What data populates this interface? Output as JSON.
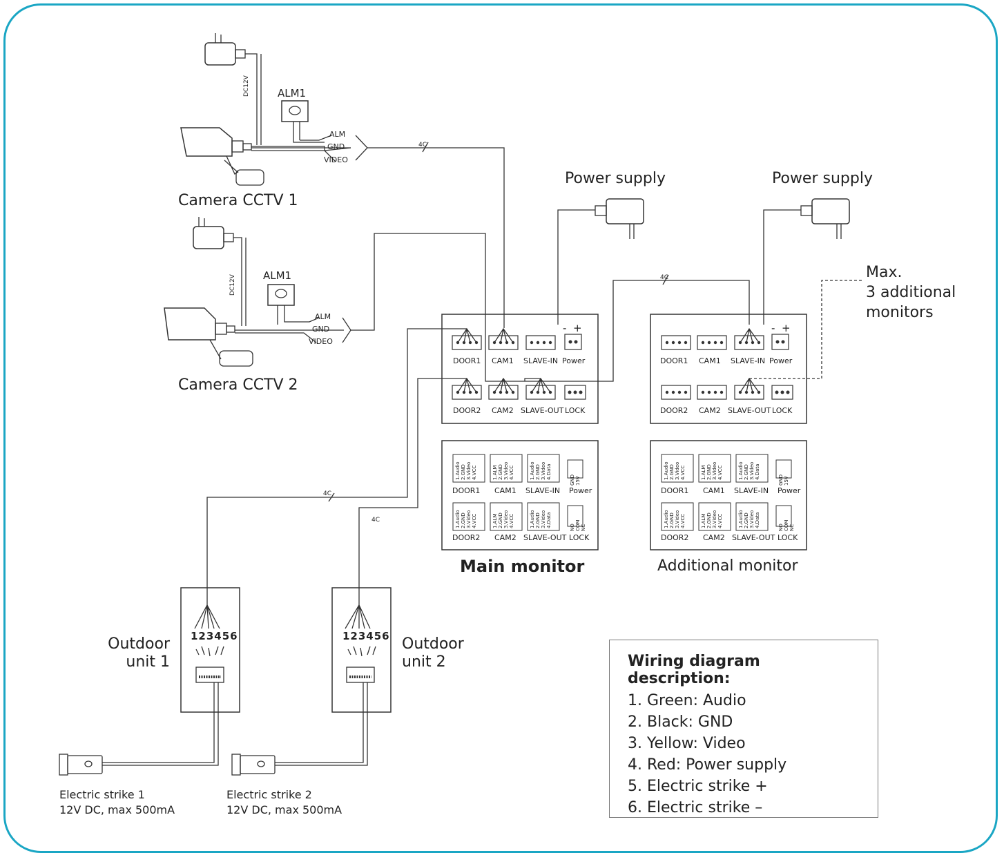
{
  "cameras": [
    {
      "label": "Camera CCTV 1",
      "alarm": "ALM1",
      "power_label": "DC12V",
      "wires": [
        "ALM",
        "GND",
        "VIDEO"
      ]
    },
    {
      "label": "Camera CCTV 2",
      "alarm": "ALM1",
      "power_label": "DC12V",
      "wires": [
        "ALM",
        "GND",
        "VIDEO"
      ]
    }
  ],
  "cable_labels": [
    "4C",
    "4C",
    "4C",
    "4C"
  ],
  "power_supplies": [
    "Power supply",
    "Power supply"
  ],
  "max_note": [
    "Max.",
    "3 additional",
    "monitors"
  ],
  "main_monitor": {
    "title": "Main monitor",
    "ports_top": [
      "DOOR1",
      "CAM1",
      "SLAVE-IN",
      "Power"
    ],
    "ports_bottom": [
      "DOOR2",
      "CAM2",
      "SLAVE-OUT",
      "LOCK"
    ],
    "polarity": [
      "-",
      "+"
    ]
  },
  "additional_monitor": {
    "title": "Additional monitor",
    "ports_top": [
      "DOOR1",
      "CAM1",
      "SLAVE-IN",
      "Power"
    ],
    "ports_bottom": [
      "DOOR2",
      "CAM2",
      "SLAVE-OUT",
      "LOCK"
    ],
    "polarity": [
      "-",
      "+"
    ]
  },
  "pinouts": {
    "door": [
      "1.Audio",
      "2.GND",
      "3.Video",
      "4.VCC"
    ],
    "cam": [
      "1.ALM",
      "2.GND",
      "3.Video",
      "4.VCC"
    ],
    "slave": [
      "1.Audio",
      "2.GND",
      "3.Video",
      "4.Data"
    ],
    "power": [
      "GND",
      "15V"
    ],
    "lock": [
      "NO",
      "COM",
      "NC"
    ]
  },
  "outdoor_units": [
    {
      "label": [
        "Outdoor",
        "unit 1"
      ],
      "pins": "123456"
    },
    {
      "label": [
        "Outdoor",
        "unit 2"
      ],
      "pins": "123456"
    }
  ],
  "strikes": [
    {
      "name": "Electric strike 1",
      "spec": "12V DC, max 500mA"
    },
    {
      "name": "Electric strike 2",
      "spec": "12V DC, max 500mA"
    }
  ],
  "legend": {
    "title": "Wiring diagram description:",
    "items": [
      "1. Green: Audio",
      "2. Black: GND",
      "3. Yellow: Video",
      "4. Red: Power supply",
      "5. Electric strike +",
      "6. Electric strike –"
    ]
  },
  "colors": {
    "frame": "#1aa6c4",
    "line": "#333333"
  }
}
